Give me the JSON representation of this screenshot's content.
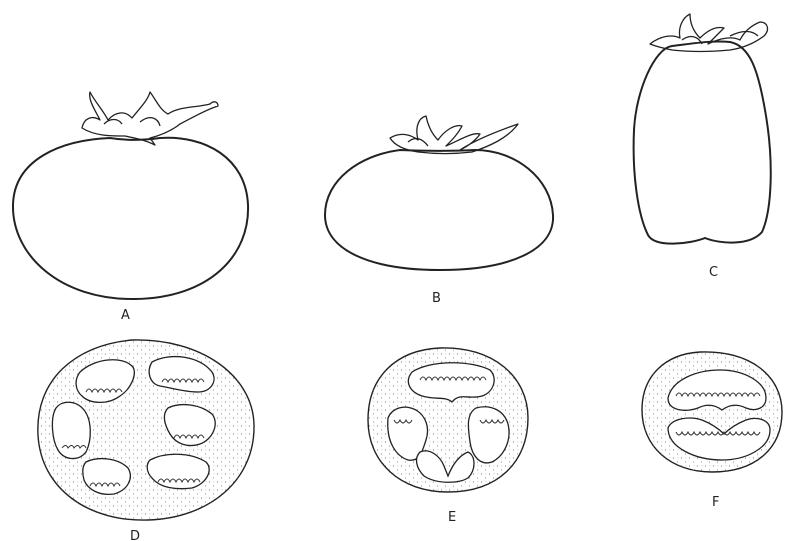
{
  "labels": {
    "a": "A",
    "b": "B",
    "c": "C",
    "d": "D",
    "e": "E",
    "f": "F"
  },
  "colors": {
    "ink": "#222222",
    "paper": "#ffffff"
  }
}
